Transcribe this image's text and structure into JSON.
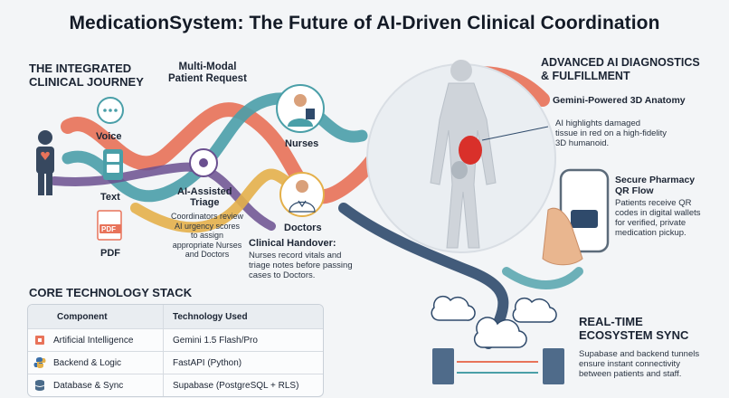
{
  "title": "MedicationSystem: The Future of AI-Driven Clinical Coordination",
  "journey": {
    "heading_line1": "THE INTEGRATED",
    "heading_line2": "CLINICAL JOURNEY",
    "request_line1": "Multi-Modal",
    "request_line2": "Patient Request",
    "inputs": [
      "Voice",
      "Text",
      "PDF"
    ],
    "pdf_badge": "PDF",
    "triage_line1": "AI-Assisted",
    "triage_line2": "Triage",
    "triage_desc": [
      "Coordinators review",
      "AI urgency scores",
      "to assign",
      "appropriate Nurses",
      "and Doctors"
    ],
    "nurses": "Nurses",
    "doctors": "Doctors",
    "handover_title": "Clinical Handover:",
    "handover_desc": [
      "Nurses record vitals and",
      "triage notes before passing",
      "cases to Doctors."
    ]
  },
  "diagnostics": {
    "heading_line1": "ADVANCED AI DIAGNOSTICS",
    "heading_line2": "& FULFILLMENT",
    "anatomy_label": "Gemini-Powered 3D Anatomy",
    "anatomy_desc": [
      "AI highlights damaged",
      "tissue in red on a high-fidelity",
      "3D humanoid."
    ],
    "pharmacy_title_line1": "Secure Pharmacy",
    "pharmacy_title_line2": "QR Flow",
    "pharmacy_desc": [
      "Patients receive QR",
      "codes in digital wallets",
      "for verified, private",
      "medication pickup."
    ]
  },
  "sync": {
    "heading_line1": "REAL-TIME",
    "heading_line2": "ECOSYSTEM SYNC",
    "desc": [
      "Supabase and backend tunnels",
      "ensure instant connectivity",
      "between patients and staff."
    ]
  },
  "stack": {
    "heading": "CORE TECHNOLOGY STACK",
    "columns": [
      "Component",
      "Technology Used"
    ],
    "rows": [
      {
        "component": "Artificial Intelligence",
        "tech": "Gemini 1.5 Flash/Pro",
        "icon": "chip-icon"
      },
      {
        "component": "Backend & Logic",
        "tech": "FastAPI (Python)",
        "icon": "python-icon"
      },
      {
        "component": "Database & Sync",
        "tech": "Supabase (PostgreSQL + RLS)",
        "icon": "database-icon"
      }
    ]
  },
  "colors": {
    "coral": "#e8735a",
    "teal": "#4a9fa8",
    "gold": "#e4b04a",
    "purple": "#6a4f8f",
    "navy": "#2f4a6b",
    "highlight_red": "#d9302a"
  }
}
